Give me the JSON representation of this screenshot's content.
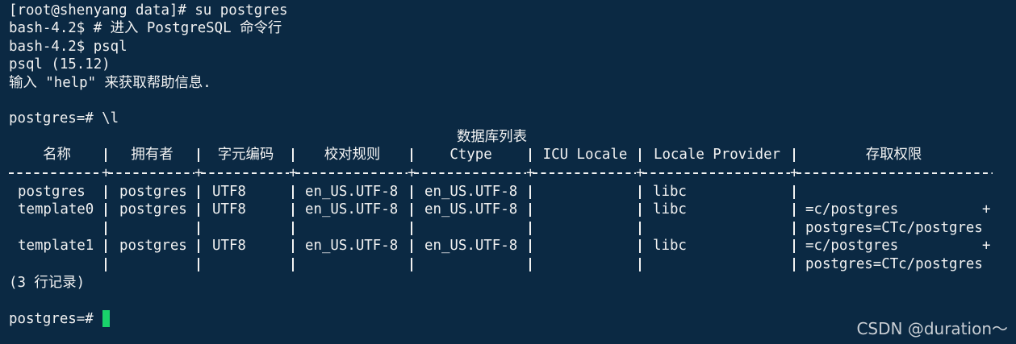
{
  "terminal": {
    "lines": [
      "[root@shenyang data]# su postgres",
      "bash-4.2$ # 进入 PostgreSQL 命令行",
      "bash-4.2$ psql",
      "psql (15.12)",
      "输入 \"help\" 来获取帮助信息.",
      "",
      "postgres=# \\l"
    ],
    "table_title": "数据库列表",
    "headers": [
      "名称",
      "拥有者",
      "字元编码",
      "校对规则",
      "Ctype",
      "ICU Locale",
      "Locale Provider",
      "存取权限"
    ],
    "rows": [
      [
        "postgres",
        "postgres",
        "UTF8",
        "en_US.UTF-8",
        "en_US.UTF-8",
        "",
        "libc",
        ""
      ],
      [
        "template0",
        "postgres",
        "UTF8",
        "en_US.UTF-8",
        "en_US.UTF-8",
        "",
        "libc",
        "=c/postgres"
      ],
      [
        "",
        "",
        "",
        "",
        "",
        "",
        "",
        "postgres=CTc/postgres"
      ],
      [
        "template1",
        "postgres",
        "UTF8",
        "en_US.UTF-8",
        "en_US.UTF-8",
        "",
        "libc",
        "=c/postgres"
      ],
      [
        "",
        "",
        "",
        "",
        "",
        "",
        "",
        "postgres=CTc/postgres"
      ]
    ],
    "continuation_mark": "+",
    "footer": "(3 行记录)",
    "prompt": "postgres=# ",
    "cursor_color": "#19d36b"
  },
  "watermark": "CSDN @duration～"
}
